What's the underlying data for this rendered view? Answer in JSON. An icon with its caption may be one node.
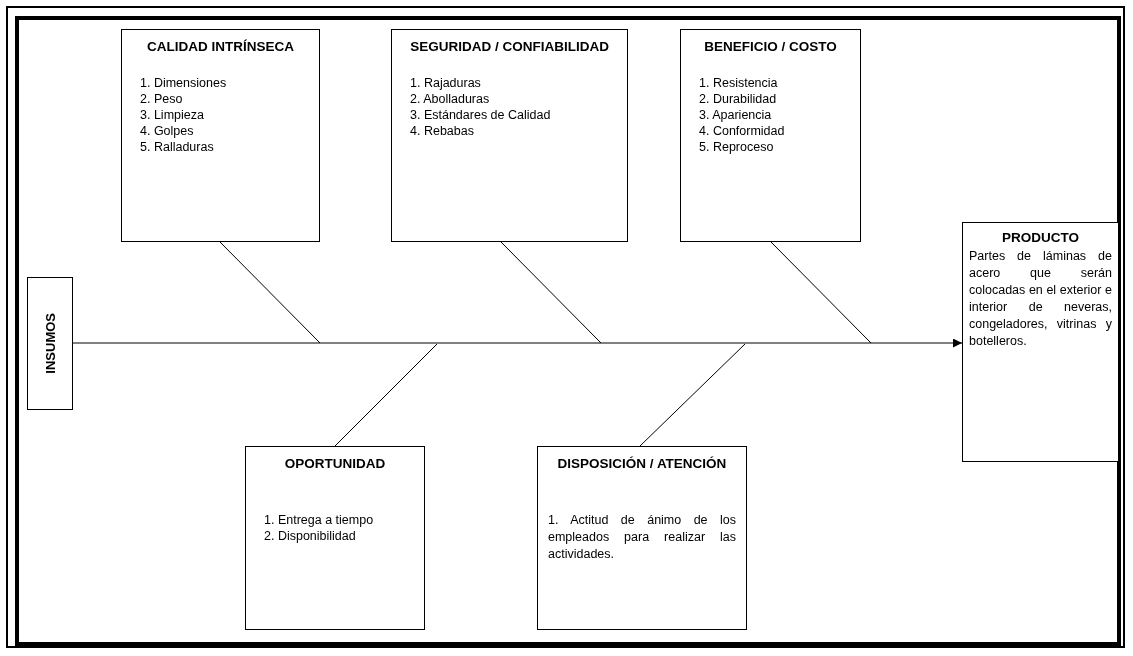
{
  "diagram": {
    "nodes": [
      {
        "text": [
          "INSUMOS"
        ]
      },
      {
        "text": [
          "CALIDAD INTRÍNSECA",
          "1. Dimensiones",
          "2. Peso",
          "3. Limpieza",
          "4. Golpes",
          "5. Ralladuras"
        ]
      },
      {
        "text": [
          "SEGURIDAD / CONFIABILIDAD",
          "1. Rajaduras",
          "2. Abolladuras",
          "3. Estándares de Calidad",
          "4. Rebabas"
        ]
      },
      {
        "text": [
          "BENEFICIO / COSTO",
          "1. Resistencia",
          "2. Durabilidad",
          "3. Apariencia",
          "4. Conformidad",
          "5. Reproceso"
        ]
      },
      {
        "text": [
          "PRODUCTO",
          "Partes de láminas de acero que serán colocadas en el exterior e interior de neveras, congeladores, vitrinas y botelleros."
        ]
      },
      {
        "text": [
          "OPORTUNIDAD",
          "1. Entrega a tiempo",
          "2. Disponibilidad"
        ]
      },
      {
        "text": [
          "DISPOSICIÓN / ATENCIÓN",
          "1. Actitud de ánimo de los empleados para realizar las actividades."
        ]
      }
    ],
    "edges": [
      {
        "from": 0,
        "to": 4,
        "arrow": "to"
      },
      {
        "from": 1,
        "to": null,
        "arrow": "none"
      },
      {
        "from": 2,
        "to": null,
        "arrow": "none"
      },
      {
        "from": 3,
        "to": null,
        "arrow": "none"
      },
      {
        "from": 5,
        "to": null,
        "arrow": "none"
      },
      {
        "from": 6,
        "to": null,
        "arrow": "none"
      }
    ]
  }
}
